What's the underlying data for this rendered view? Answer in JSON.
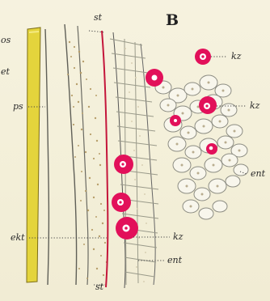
{
  "figure": {
    "panel_letter": "B",
    "labels": {
      "os": "os",
      "et": "et",
      "ps": "ps",
      "ekt": "ekt",
      "st_top": "st",
      "st_bottom": "st",
      "kz_top": "kz",
      "kz_middle": "kz",
      "kz_bottom": "kz",
      "ent_right": "ent",
      "ent_bottom": "ent"
    },
    "colors": {
      "background": "#f4f0dc",
      "ectoderm_layer": "#e2d13a",
      "germ_cell": "#e2105a",
      "stripe_line": "#c4163b",
      "cell_outline": "#9a9a8a"
    }
  }
}
